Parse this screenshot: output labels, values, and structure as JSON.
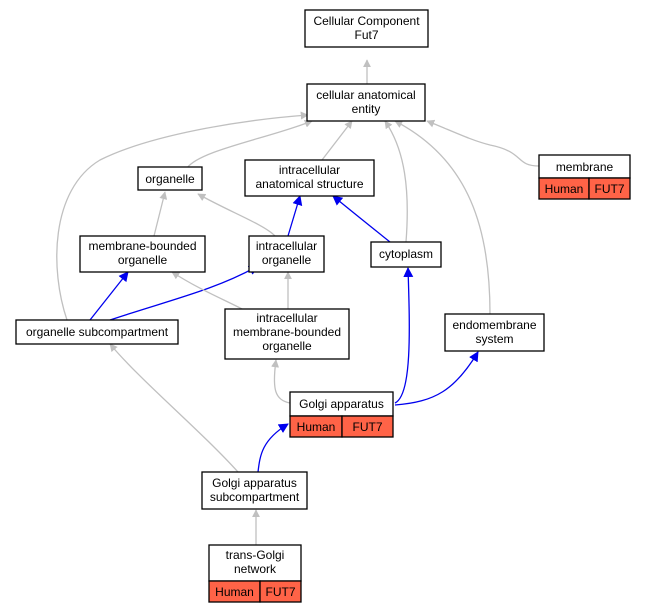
{
  "colors": {
    "gray_edge": "#c0c0c0",
    "blue_edge": "#0000ee",
    "annotation_fill": "#ff6347"
  },
  "nodes": {
    "cc_fut7": {
      "lines": [
        "Cellular Component",
        "Fut7"
      ]
    },
    "cae": {
      "lines": [
        "cellular anatomical",
        "entity"
      ]
    },
    "organelle": {
      "lines": [
        "organelle"
      ]
    },
    "ias": {
      "lines": [
        "intracellular",
        "anatomical structure"
      ]
    },
    "membrane": {
      "lines": [
        "membrane"
      ],
      "tags": [
        "Human",
        "FUT7"
      ]
    },
    "mbo": {
      "lines": [
        "membrane-bounded",
        "organelle"
      ]
    },
    "io": {
      "lines": [
        "intracellular",
        "organelle"
      ]
    },
    "cytoplasm": {
      "lines": [
        "cytoplasm"
      ]
    },
    "osc": {
      "lines": [
        "organelle subcompartment"
      ]
    },
    "imbo": {
      "lines": [
        "intracellular",
        "membrane-bounded",
        "organelle"
      ]
    },
    "es": {
      "lines": [
        "endomembrane",
        "system"
      ]
    },
    "golgi": {
      "lines": [
        "Golgi apparatus"
      ],
      "tags": [
        "Human",
        "FUT7"
      ]
    },
    "gasc": {
      "lines": [
        "Golgi apparatus",
        "subcompartment"
      ]
    },
    "tgn": {
      "lines": [
        "trans-Golgi",
        "network"
      ],
      "tags": [
        "Human",
        "FUT7"
      ]
    }
  },
  "edges": [
    {
      "from": "cae",
      "to": "cc_fut7",
      "color": "gray"
    },
    {
      "from": "organelle",
      "to": "cae",
      "color": "gray"
    },
    {
      "from": "ias",
      "to": "cae",
      "color": "gray"
    },
    {
      "from": "cytoplasm",
      "to": "cae",
      "color": "gray"
    },
    {
      "from": "es",
      "to": "cae",
      "color": "gray"
    },
    {
      "from": "membrane",
      "to": "cae",
      "color": "gray"
    },
    {
      "from": "osc",
      "to": "cae",
      "color": "gray"
    },
    {
      "from": "mbo",
      "to": "organelle",
      "color": "gray"
    },
    {
      "from": "io",
      "to": "organelle",
      "color": "gray"
    },
    {
      "from": "io",
      "to": "ias",
      "color": "blue"
    },
    {
      "from": "cytoplasm",
      "to": "ias",
      "color": "blue"
    },
    {
      "from": "osc",
      "to": "mbo",
      "color": "blue"
    },
    {
      "from": "osc",
      "to": "io",
      "color": "blue"
    },
    {
      "from": "imbo",
      "to": "mbo",
      "color": "gray"
    },
    {
      "from": "imbo",
      "to": "io",
      "color": "gray"
    },
    {
      "from": "golgi",
      "to": "imbo",
      "color": "gray"
    },
    {
      "from": "golgi",
      "to": "cytoplasm",
      "color": "blue"
    },
    {
      "from": "golgi",
      "to": "es",
      "color": "blue"
    },
    {
      "from": "gasc",
      "to": "golgi",
      "color": "blue"
    },
    {
      "from": "gasc",
      "to": "osc",
      "color": "gray"
    },
    {
      "from": "tgn",
      "to": "gasc",
      "color": "gray"
    }
  ]
}
